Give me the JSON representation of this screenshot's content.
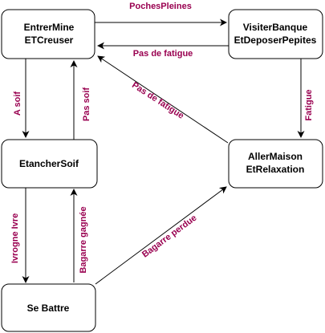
{
  "colors": {
    "node_border": "#000000",
    "node_fill": "#ffffff",
    "edge": "#000000",
    "edge_label": "#990050"
  },
  "nodes": {
    "mine": {
      "line1": "EntrerMine",
      "line2": "ETCreuser"
    },
    "bank": {
      "line1": "VisiterBanque",
      "line2": "EtDeposerPepites"
    },
    "drink": {
      "line1": "EtancherSoif"
    },
    "home": {
      "line1": "AllerMaison",
      "line2": "EtRelaxation"
    },
    "fight": {
      "line1": "Se Battre"
    }
  },
  "edges": {
    "mine_to_bank": "PochesPleines",
    "bank_to_mine": "Pas de fatigue",
    "home_to_mine": "Pas de fatigue",
    "bank_to_home": "Fatigue",
    "mine_to_drink": "A soif",
    "drink_to_mine": "Pas soif",
    "drink_to_fight": "Ivrogne Ivre",
    "fight_to_drink": "Bagarre gagnée",
    "fight_to_home": "Bagarre perdue"
  }
}
